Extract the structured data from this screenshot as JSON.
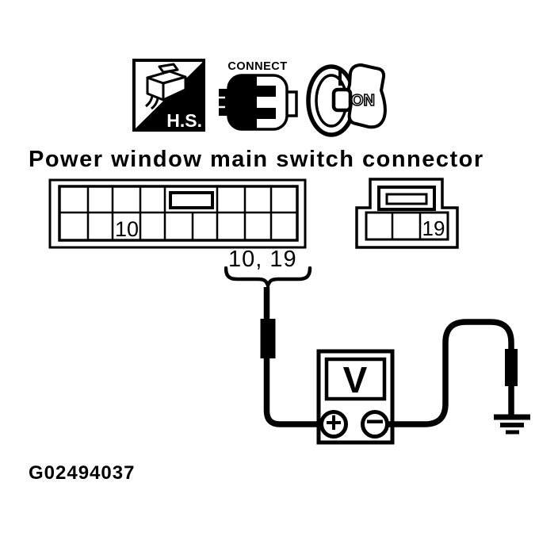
{
  "colors": {
    "ink": "#000000",
    "background": "#ffffff"
  },
  "legend": {
    "hs_icon": {
      "name": "harness-side-connector-icon",
      "label": "H.S."
    },
    "connect_icon": {
      "name": "connect-icon",
      "label": "CONNECT"
    },
    "key_icon": {
      "name": "ignition-switch-on-icon",
      "label": "ON"
    }
  },
  "title": "Power window main switch connector",
  "main_connector": {
    "rows": 2,
    "columns": 9,
    "pin_label": "10"
  },
  "sub_connector": {
    "cells": 3,
    "pin_label": "19"
  },
  "test_points_label": "10, 19",
  "voltmeter": {
    "display_label": "V",
    "positive_terminal": "+",
    "negative_terminal": "−"
  },
  "figure_id": "G02494037"
}
